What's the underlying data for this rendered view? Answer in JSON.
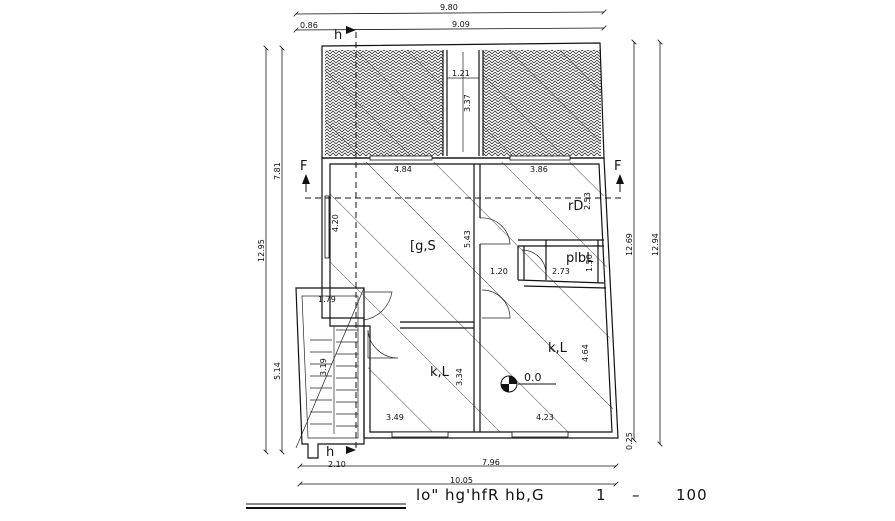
{
  "dimensions": {
    "top_overall": "9.80",
    "top_left": "0.86",
    "top_right": "9.09",
    "verandah_gap_width": "1.21",
    "verandah_gap_depth": "3.37",
    "bedroom_width": "4.84",
    "room_top_right_width": "3.86",
    "bedroom_depth": "4.20",
    "center_depth": "5.43",
    "wc_width_a": "2.53",
    "wc_width_b": "1.20",
    "wc_width_c": "2.73",
    "wc_height": "1.50",
    "stair_width": "1.79",
    "stair_inner": "3.19",
    "kitchen_left_depth": "3.34",
    "kitchen_right_depth": "4.64",
    "kitchen_left_width": "3.49",
    "kitchen_right_width": "4.23",
    "bottom_left": "2.10",
    "bottom_right": "7.96",
    "bottom_overall": "10.05",
    "left_upper": "7.81",
    "left_lower": "5.14",
    "left_overall": "12.95",
    "right_inner": "12.69",
    "right_overall": "12.94",
    "right_offset": "0.25"
  },
  "labels": {
    "room_bedroom": "[g,S",
    "room_kitchen_left": "k,L",
    "room_kitchen_right": "k,L",
    "room_wc": "plbL",
    "room_store": "rD",
    "level": "0.0",
    "section_f_left": "F",
    "section_f_right": "F",
    "section_h_top": "h",
    "section_h_bottom": "h"
  },
  "title": {
    "text": "lo\" hg'hfR hb,G",
    "scale_a": "1",
    "scale_dash": "–",
    "scale_b": "100"
  }
}
